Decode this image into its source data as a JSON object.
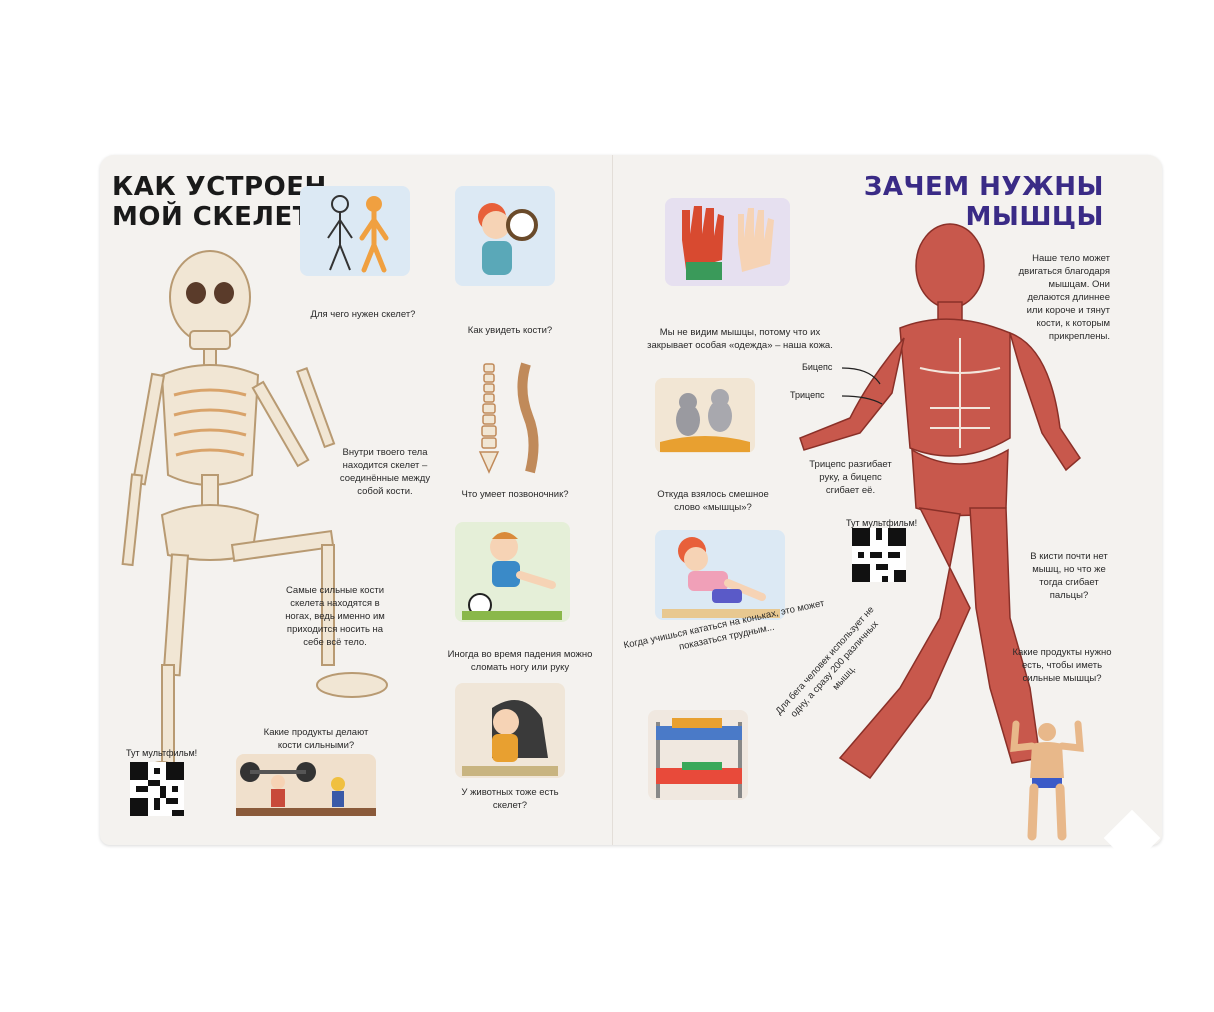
{
  "left_page": {
    "title_line1": "КАК УСТРОЕН",
    "title_line2": "МОЙ СКЕЛЕТ",
    "captions": {
      "why_skeleton": "Для чего нужен скелет?",
      "see_bones": "Как увидеть кости?",
      "inside_body": "Внутри твоего тела находится скелет – соединённые между собой кости.",
      "spine": "Что умеет позвоночник?",
      "legs": "Самые сильные кости скелета находятся в ногах, ведь именно им приходится носить на себе всё тело.",
      "fall": "Иногда во время падения можно сломать ногу или руку",
      "food": "Какие продукты делают кости сильными?",
      "animals": "У животных тоже есть скелет?",
      "cartoon": "Тут мультфильм!"
    }
  },
  "right_page": {
    "title_line1": "ЗАЧЕМ НУЖНЫ",
    "title_line2": "МЫШЦЫ",
    "captions": {
      "body_moves": "Наше тело может двигаться благодаря мышцам. Они делаются длиннее или короче и тянут кости, к которым прикреплены.",
      "skin": "Мы не видим мышцы, потому что их закрывает особая «одежда» – наша кожа.",
      "biceps": "Бицепс",
      "triceps": "Трицепс",
      "word_origin": "Откуда взялось смешное слово «мышцы»?",
      "triceps_biceps": "Трицепс разгибает руку, а бицепс сгибает её.",
      "cartoon": "Тут мультфильм!",
      "fingers": "В кисти почти нет мышц, но что же тогда сгибает пальцы?",
      "skating": "Когда учишься кататься на коньках, это может показаться трудным...",
      "running": "Для бега человек использует не одну, а сразу 200 различных мышц.",
      "food": "Какие продукты нужно есть, чтобы иметь сильные мышцы?"
    }
  },
  "colors": {
    "board": "#f4f2ef",
    "title_right": "#3a2b86",
    "bone": "#f1e6d4",
    "muscle": "#c8584c"
  }
}
